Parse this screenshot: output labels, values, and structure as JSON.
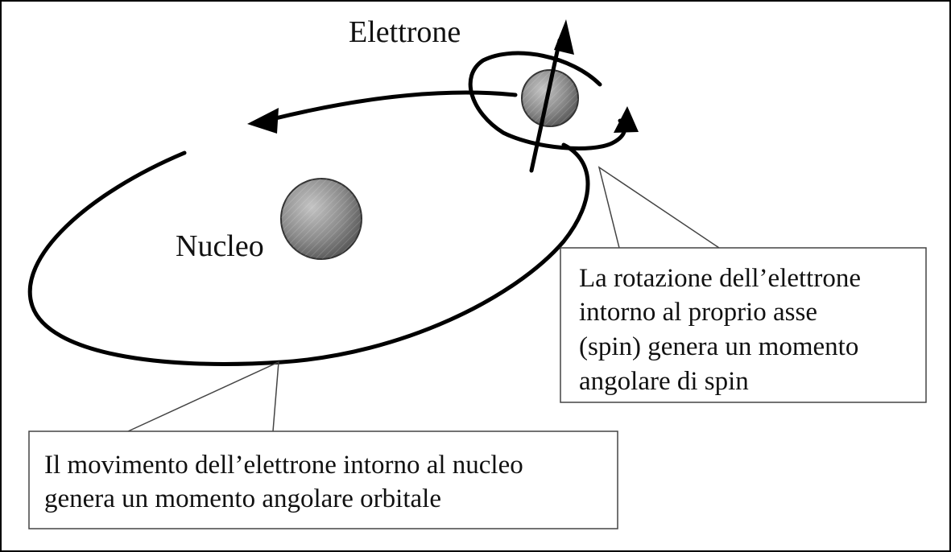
{
  "labels": {
    "electron": "Elettrone",
    "nucleus": "Nucleo"
  },
  "callouts": {
    "spin": {
      "lines": [
        "La rotazione dell’elettrone",
        "intorno  al  proprio  asse",
        "(spin) genera un momento",
        "angolare di spin"
      ]
    },
    "orbital": {
      "lines": [
        "Il movimento dell’elettrone intorno al nucleo",
        "genera un momento angolare orbitale"
      ]
    }
  },
  "colors": {
    "stroke": "#000000",
    "sphere_light": "#b4b4b4",
    "sphere_dark": "#555555",
    "callout_line": "#444444"
  }
}
